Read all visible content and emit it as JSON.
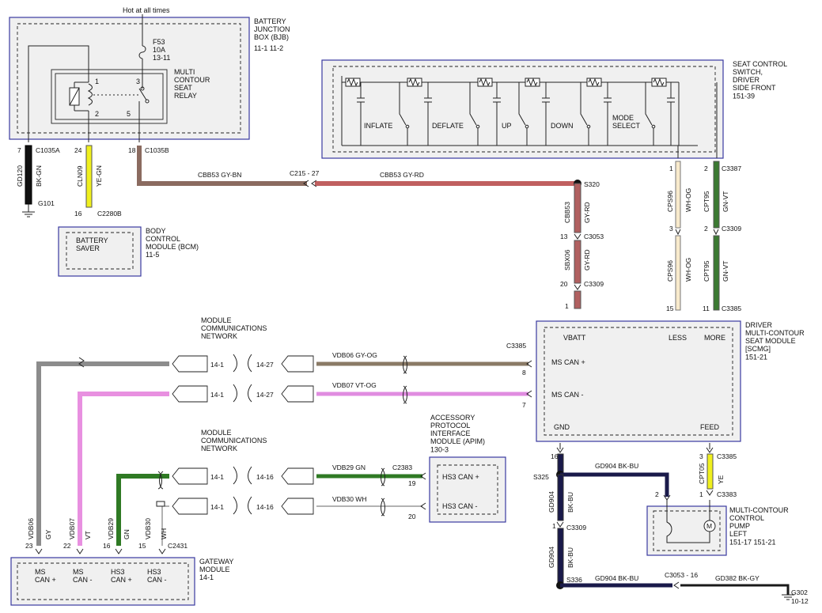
{
  "diagram": {
    "hot_label": "Hot at all times",
    "bjb": {
      "name": "BATTERY\nJUNCTION\nBOX (BJB)",
      "refs": "11-1    11-2",
      "fuse": "F53\n10A\n13-11",
      "relay": "MULTI\nCONTOUR\nSEAT\nRELAY",
      "pins": [
        "1",
        "3",
        "2",
        "5"
      ]
    },
    "seat_switch": {
      "name": "SEAT CONTROL\nSWITCH,\nDRIVER\nSIDE FRONT\n151-39",
      "switches": [
        "INFLATE",
        "DEFLATE",
        "UP",
        "DOWN",
        "MODE\nSELECT"
      ]
    },
    "bcm": {
      "name": "BODY\nCONTROL\nMODULE (BCM)\n11-5",
      "inner": "BATTERY\nSAVER"
    },
    "scmg": {
      "name": "DRIVER\nMULTI-CONTOUR\nSEAT MODULE\n[SCMG]\n151-21",
      "pins": [
        "VBATT",
        "LESS",
        "MORE",
        "MS CAN +",
        "MS CAN -",
        "GND",
        "FEED"
      ]
    },
    "apim": {
      "name": "ACCESSORY\nPROTOCOL\nINTERFACE\nMODULE (APIM)\n130-3",
      "pins": [
        "HS3 CAN +",
        "HS3 CAN -"
      ]
    },
    "gateway": {
      "name": "GATEWAY\nMODULE\n14-1",
      "pins": [
        "MS\nCAN +",
        "MS\nCAN -",
        "HS3\nCAN +",
        "HS3\nCAN -"
      ]
    },
    "pump": {
      "name": "MULTI-CONTOUR\nCONTROL\nPUMP\nLEFT\n151-17   151-21"
    },
    "network_label": "MODULE\nCOMMUNICATIONS\nNETWORK",
    "labels": {
      "c1035a": "C1035A",
      "c1035b": "C1035B",
      "c2280b": "C2280B",
      "c215": "C215 - 27",
      "s320": "S320",
      "c3053": "C3053",
      "c3309": "C3309",
      "c3385": "C3385",
      "c3387": "C3387",
      "c2383": "C2383",
      "c2431": "C2431",
      "s325": "S325",
      "s336": "S336",
      "c3383": "C3383",
      "c3053_16": "C3053 - 16",
      "g101": "G101",
      "g302": "G302",
      "g302_ref": "10-12",
      "cbb53_gybn": "CBB53   GY-BN",
      "cbb53_gyrd": "CBB53   GY-RD",
      "vdb06": "VDB06   GY-OG",
      "vdb07": "VDB07   VT-OG",
      "vdb29": "VDB29   GN",
      "vdb30": "VDB30   WH",
      "gd904_a": "GD904    BK-BU",
      "gd904_b": "GD904    BK-BU",
      "gd382": "GD382    BK-GY",
      "net_14_1": "14-1",
      "net_14_27": "14-27",
      "net_14_16": "14-16"
    }
  }
}
